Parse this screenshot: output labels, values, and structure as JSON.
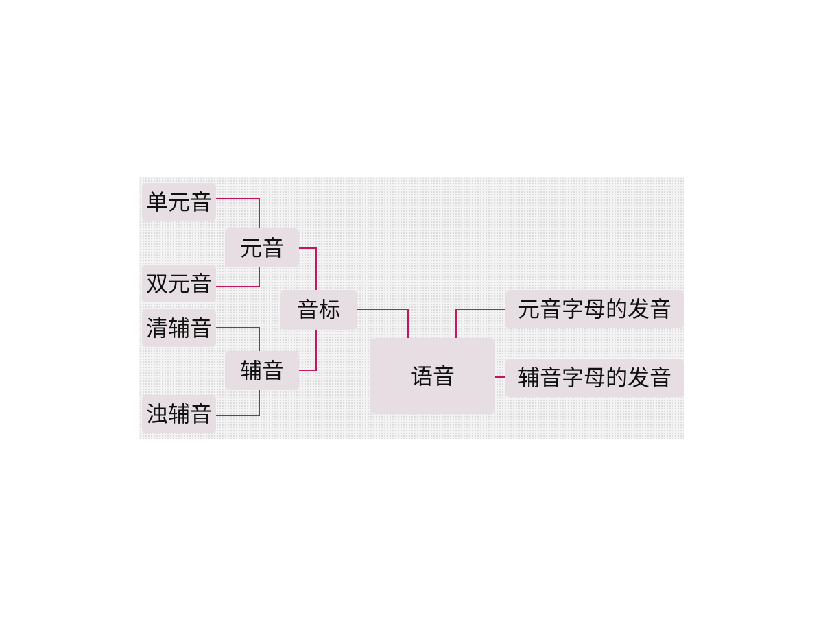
{
  "diagram": {
    "root": "语音",
    "phonetic_symbols": {
      "label": "音标",
      "vowels": {
        "label": "元音",
        "children": [
          "单元音",
          "双元音"
        ]
      },
      "consonants": {
        "label": "辅音",
        "children": [
          "清辅音",
          "浊辅音"
        ]
      }
    },
    "letter_pronunciation": [
      "元音字母的发音",
      "辅音字母的发音"
    ]
  },
  "colors": {
    "connector": "#c2185b",
    "node_fill": "#e7dee4",
    "panel_fill": "#f4f3f4"
  }
}
